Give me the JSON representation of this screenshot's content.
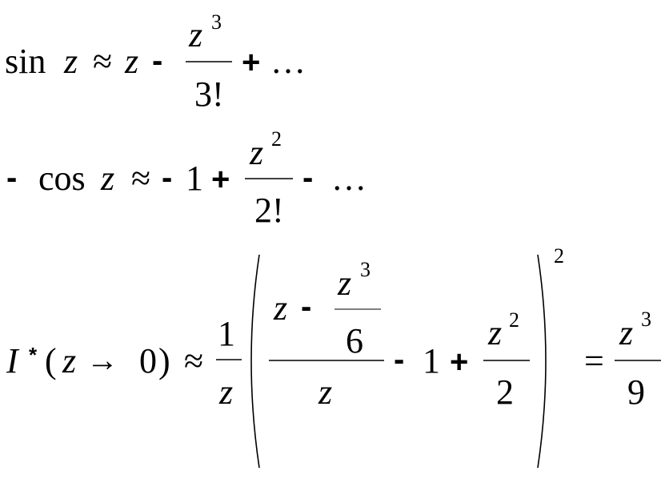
{
  "line1": {
    "fn": "sin",
    "var": "z",
    "approx": "≈",
    "term1": "z",
    "minus": "-",
    "frac": {
      "num": "z",
      "num_exp": "3",
      "den": "3!"
    },
    "plus": "+",
    "ellipsis": "…"
  },
  "line2": {
    "lead_minus": "-",
    "fn": "cos",
    "var": "z",
    "approx": "≈",
    "minus": "-",
    "one": "1",
    "plus": "+",
    "frac": {
      "num": "z",
      "num_exp": "2",
      "den": "2!"
    },
    "minus2": "-",
    "ellipsis": "…"
  },
  "line3": {
    "I": "I",
    "star": "*",
    "lparen": "(",
    "z": "z",
    "arrow": "→",
    "zero": "0",
    "rparen": ")",
    "approx": "≈",
    "outer_frac": {
      "num": "1",
      "den": "z"
    },
    "inner": {
      "num_z": "z",
      "num_minus": "-",
      "small_frac": {
        "num": "z",
        "num_exp": "3",
        "den": "6"
      },
      "den": "z"
    },
    "minus": "-",
    "one": "1",
    "plus": "+",
    "frac2": {
      "num": "z",
      "num_exp": "2",
      "den": "2"
    },
    "power": "2",
    "equals": "=",
    "result": {
      "num": "z",
      "num_exp": "3",
      "den": "9"
    }
  }
}
